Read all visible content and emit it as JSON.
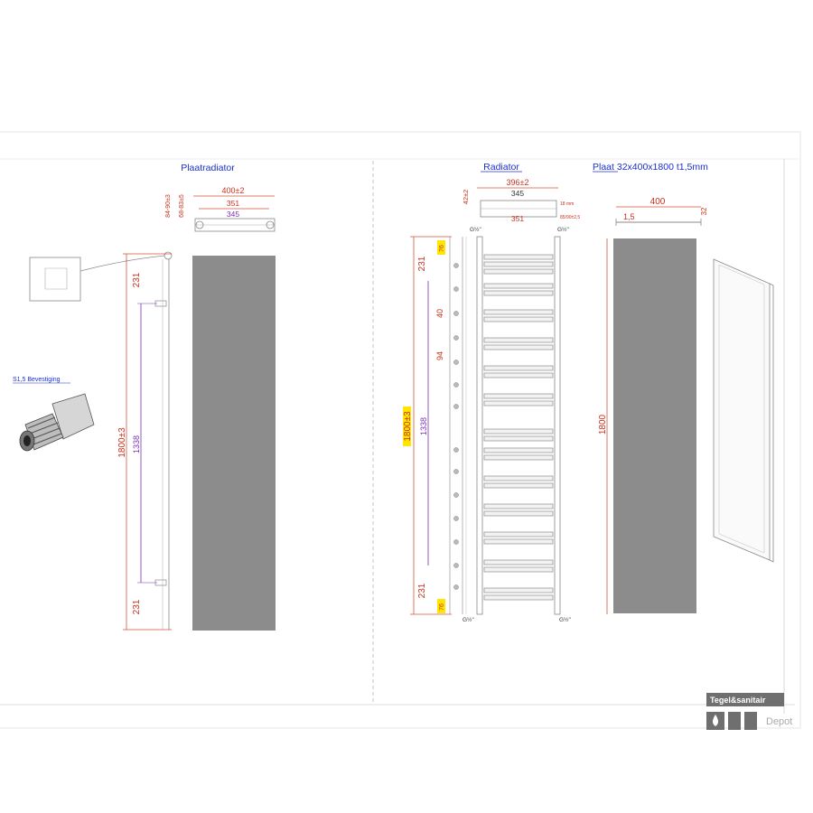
{
  "titles": {
    "plaatradiator": "Plaatradiator",
    "radiator": "Radiator",
    "plaat_spec": "Plaat 32x400x1800 t1,5mm"
  },
  "labels": {
    "bevestiging": "S1,5 Bevestiging"
  },
  "left_view": {
    "w_total": "400±2",
    "w_351": "351",
    "w_345": "345",
    "side_a": "84-90±3",
    "side_b": "68-83±5",
    "height_top": "231",
    "height_total": "1800±3",
    "height_mid": "1338",
    "height_bottom": "231"
  },
  "middle_view": {
    "w_total": "396±2",
    "w_345": "345",
    "w_351": "351",
    "depth": "42±2",
    "note_top": "18 mm",
    "note_bottom": "85/90±2,5",
    "pipe_left": "G½\"",
    "pipe_right": "G½\"",
    "top_76": "76",
    "h_231_top": "231",
    "h_40": "40",
    "h_94": "94",
    "h_1800": "1800±3",
    "h_1338": "1338",
    "h_231_bottom": "231",
    "bottom_76": "76",
    "pipe_bottom_left": "G½\"",
    "pipe_bottom_right": "G½\""
  },
  "right_view": {
    "w_400": "400",
    "t_15": "1,5",
    "d_32": "32",
    "h_1800": "1800"
  },
  "brand": {
    "line1": "Tegel&sanitair",
    "line2": "Depot"
  },
  "colors": {
    "title_blue": "#1c2fd0",
    "dim_red": "#c8321e",
    "dim_purple": "#7a2fb8",
    "highlight": "#ffe500",
    "panel_grey": "#8c8c8c"
  }
}
